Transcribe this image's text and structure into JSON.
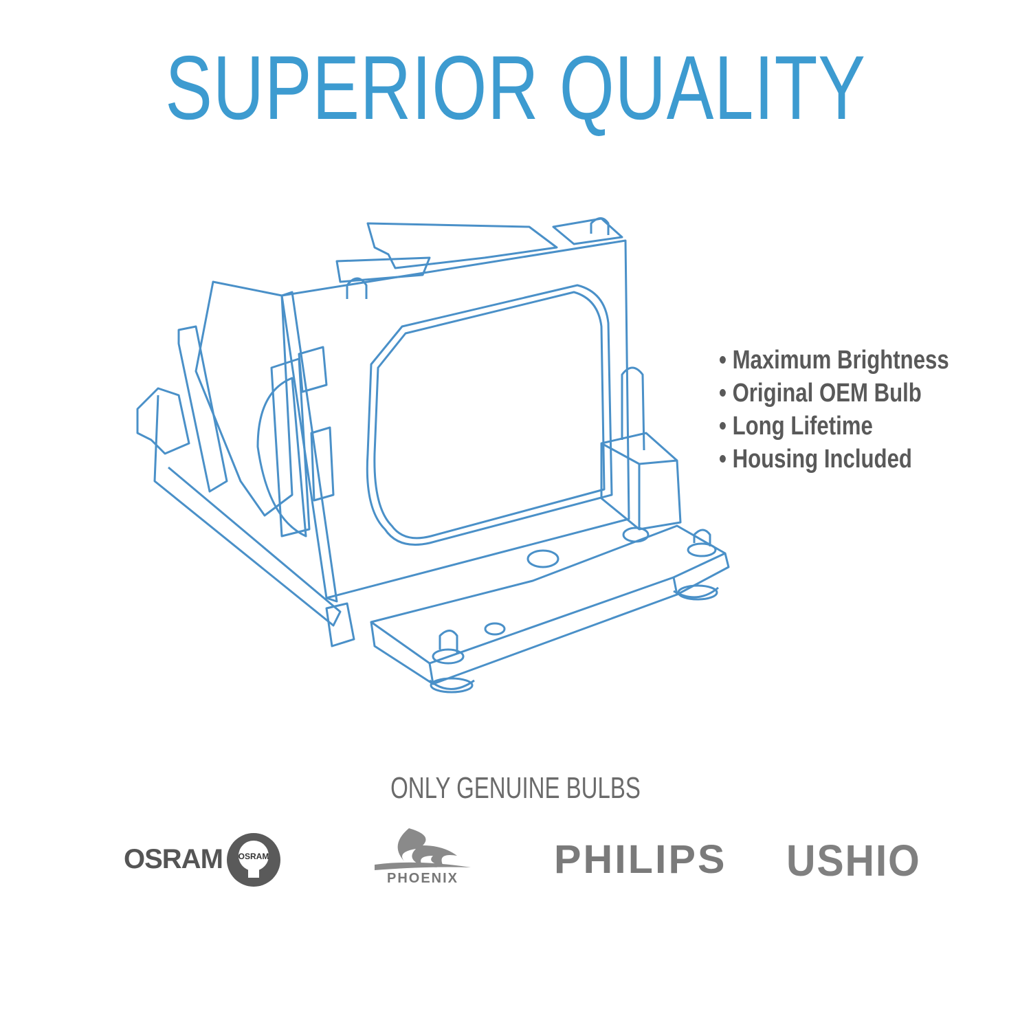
{
  "header": {
    "title": "SUPERIOR QUALITY"
  },
  "product": {
    "image_icon": "projector-lamp-outline-icon",
    "outline_color": "#4a90c8"
  },
  "features": [
    "• Maximum Brightness",
    "• Original OEM Bulb",
    "• Long Lifetime",
    "• Housing Included"
  ],
  "brands": {
    "heading": "ONLY GENUINE BULBS",
    "osram": {
      "name": "OSRAM",
      "badge_text": "OSRAM"
    },
    "phoenix": {
      "name": "PHOENIX"
    },
    "philips": {
      "name": "PHILIPS"
    },
    "ushio": {
      "name": "USHIO"
    }
  },
  "colors": {
    "title": "#3d9bd0",
    "feature_text": "#595959",
    "logo_gray": "#7a7a7a"
  }
}
